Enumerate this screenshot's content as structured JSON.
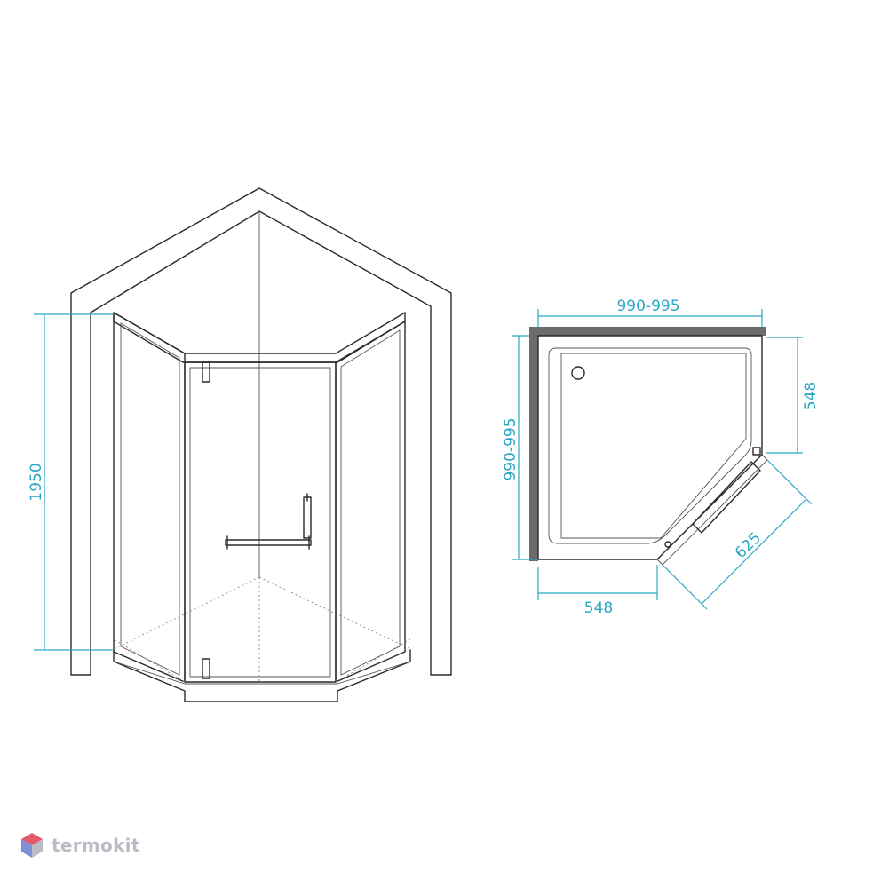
{
  "dimensions": {
    "height": "1950",
    "width_top": "990-995",
    "depth_left": "990-995",
    "side_right": "548",
    "side_bottom": "548",
    "front_diagonal": "625"
  },
  "brand": {
    "name": "termokit",
    "logo": "cube-logo-icon",
    "logo_colors": [
      "#e05a6a",
      "#7f8fd8",
      "#b9bcc2"
    ]
  },
  "colors": {
    "dimension": "#2aa6c5",
    "line": "#2a2a2a",
    "wall_fill": "#6b6b6b"
  }
}
